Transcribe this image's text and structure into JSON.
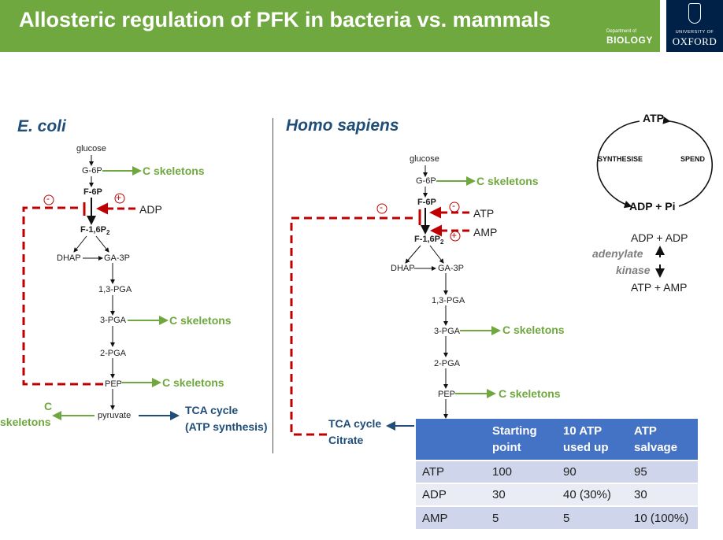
{
  "header": {
    "title": "Allosteric regulation of PFK in bacteria vs. mammals",
    "dept_small": "Department of",
    "dept_big": "BIOLOGY",
    "uni_small": "UNIVERSITY OF",
    "uni_big": "OXFORD",
    "colors": {
      "green": "#6ea83e",
      "navy": "#002147"
    }
  },
  "ecoli": {
    "heading": "E. coli",
    "glucose": "glucose",
    "g6p": "G-6P",
    "f6p": "F-6P",
    "f16p2_base": "F-1,6P",
    "f16p2_sub": "2",
    "dhap": "DHAP",
    "ga3p": "GA-3P",
    "pga13": "1,3-PGA",
    "pga3": "3-PGA",
    "pga2": "2-PGA",
    "pep": "PEP",
    "pyruvate": "pyruvate",
    "c_skel_1": "C skeletons",
    "c_skel_2": "C skeletons",
    "c_skel_3": "C skeletons",
    "c_skel_left_1": "C",
    "c_skel_left_2": "skeletons",
    "adp": "ADP",
    "tca_1": "TCA cycle",
    "tca_2": "(ATP synthesis)",
    "minus": "-",
    "plus": "+"
  },
  "homo": {
    "heading": "Homo sapiens",
    "glucose": "glucose",
    "g6p": "G-6P",
    "f6p": "F-6P",
    "f16p2_base": "F-1,6P",
    "f16p2_sub": "2",
    "dhap": "DHAP",
    "ga3p": "GA-3P",
    "pga13": "1,3-PGA",
    "pga3": "3-PGA",
    "pga2": "2-PGA",
    "pep": "PEP",
    "c_skel_1": "C skeletons",
    "c_skel_2": "C skeletons",
    "c_skel_3": "C skeletons",
    "atp": "ATP",
    "amp": "AMP",
    "tca_1": "TCA cycle",
    "tca_2": "Citrate",
    "minus": "-",
    "plus": "+"
  },
  "cycle": {
    "atp": "ATP",
    "synthesise": "SYNTHESISE",
    "spend": "SPEND",
    "adp_pi": "ADP + Pi"
  },
  "kinase": {
    "top": "ADP + ADP",
    "label_1": "adenylate",
    "label_2": "kinase",
    "bottom": "ATP + AMP"
  },
  "table": {
    "headers": [
      "",
      "Starting point",
      "10 ATP used up",
      "ATP salvage"
    ],
    "rows": [
      [
        "ATP",
        "100",
        "90",
        "95"
      ],
      [
        "ADP",
        "30",
        "40 (30%)",
        "30"
      ],
      [
        "AMP",
        "5",
        "5",
        "10 (100%)"
      ]
    ]
  }
}
